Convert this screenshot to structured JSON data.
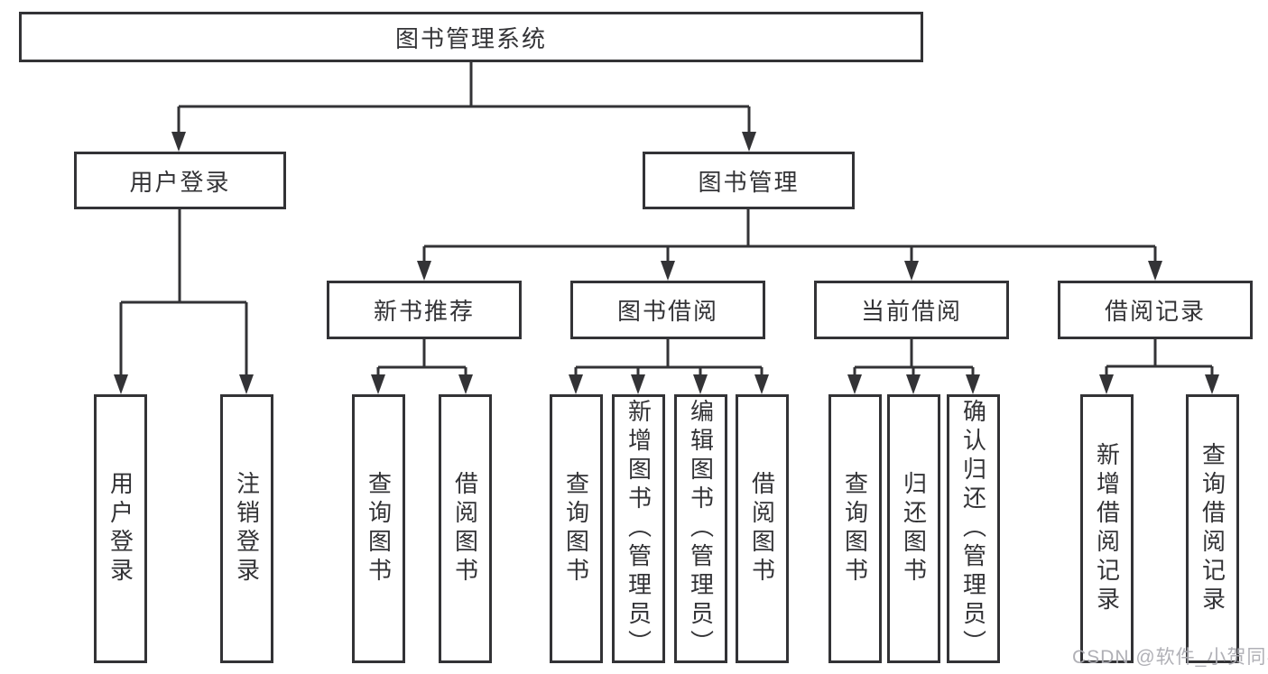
{
  "tree": {
    "root": {
      "label": "图书管理系统"
    },
    "branches": [
      {
        "label": "用户登录",
        "children": [
          "用户登录",
          "注销登录"
        ]
      },
      {
        "label": "图书管理",
        "sections": [
          {
            "label": "新书推荐",
            "children": [
              "查询图书",
              "借阅图书"
            ]
          },
          {
            "label": "图书借阅",
            "children": [
              "查询图书",
              "新增图书（管理员）",
              "编辑图书（管理员）",
              "借阅图书"
            ]
          },
          {
            "label": "当前借阅",
            "children": [
              "查询图书",
              "归还图书",
              "确认归还（管理员）"
            ]
          },
          {
            "label": "借阅记录",
            "children": [
              "新增借阅记录",
              "查询借阅记录"
            ]
          }
        ]
      }
    ]
  },
  "watermark": "CSDN @软件_小贺同学",
  "colors": {
    "line": "#333336",
    "text": "#333336",
    "box_background": "#ffffff",
    "watermark": "#acacb2",
    "background": "#ffffff"
  }
}
